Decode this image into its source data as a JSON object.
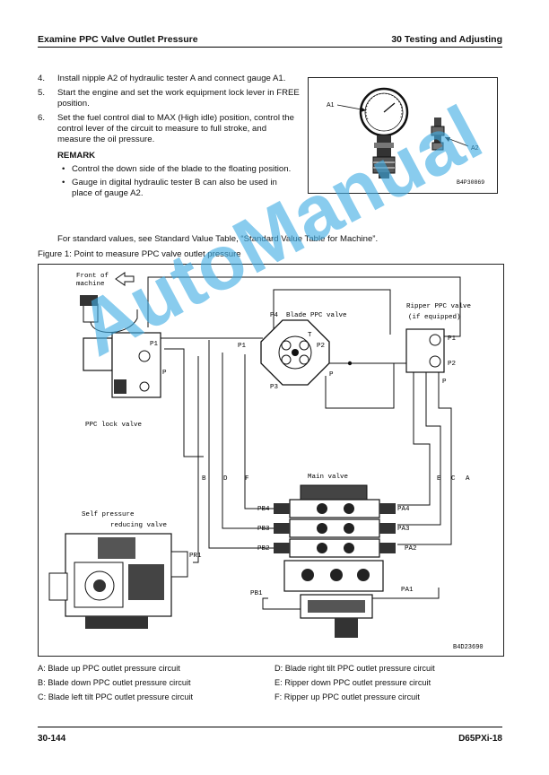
{
  "header": {
    "left": "Examine PPC Valve Outlet Pressure",
    "right": "30 Testing and Adjusting"
  },
  "steps": [
    {
      "num": "4.",
      "text": "Install nipple A2 of hydraulic tester A and connect gauge A1."
    },
    {
      "num": "5.",
      "text": "Start the engine and set the work equipment lock lever in FREE position."
    },
    {
      "num": "6.",
      "text": "Set the fuel control dial to MAX (High idle) position, control the control lever of the circuit to measure to full stroke, and measure the oil pressure."
    }
  ],
  "remark": {
    "title": "REMARK",
    "bullets": [
      "Control the down side of the blade to the floating position.",
      "Gauge in digital hydraulic tester B can also be used in place of gauge A2."
    ]
  },
  "standard_note": "For standard values, see Standard Value Table, “Standard Value Table for Machine”.",
  "figure_caption": "Figure 1: Point to measure PPC valve outlet pressure",
  "photo": {
    "a1": "A1",
    "a2": "A2",
    "code": "B4P30869"
  },
  "diagram": {
    "front": "Front of",
    "machine": "machine",
    "blade_ppc": "Blade PPC valve",
    "ripper_ppc": "Ripper PPC valve",
    "if_equipped": "(if equipped)",
    "ppc_lock": "PPC lock valve",
    "self_pressure1": "Self pressure",
    "self_pressure2": "reducing valve",
    "main_valve": "Main valve",
    "p1": "P1",
    "p2": "P2",
    "p3": "P3",
    "p4": "P4",
    "t": "T",
    "p": "P",
    "lb": "B",
    "ld": "D",
    "lf": "F",
    "le": "E",
    "lc": "C",
    "la": "A",
    "pb4": "PB4",
    "pb3": "PB3",
    "pb2": "PB2",
    "pb1": "PB1",
    "pa4": "PA4",
    "pa3": "PA3",
    "pa2": "PA2",
    "pa1": "PA1",
    "pr1": "PR1",
    "code": "B4D23690"
  },
  "legend": [
    "A: Blade up PPC outlet pressure circuit",
    "B: Blade down PPC outlet pressure circuit",
    "C: Blade left tilt PPC outlet pressure circuit",
    "D: Blade right tilt PPC outlet pressure circuit",
    "E: Ripper down PPC outlet pressure circuit",
    "F: Ripper up PPC outlet pressure circuit"
  ],
  "footer": {
    "left": "30-144",
    "right": "D65PXi-18"
  },
  "watermark": "AutoManual"
}
